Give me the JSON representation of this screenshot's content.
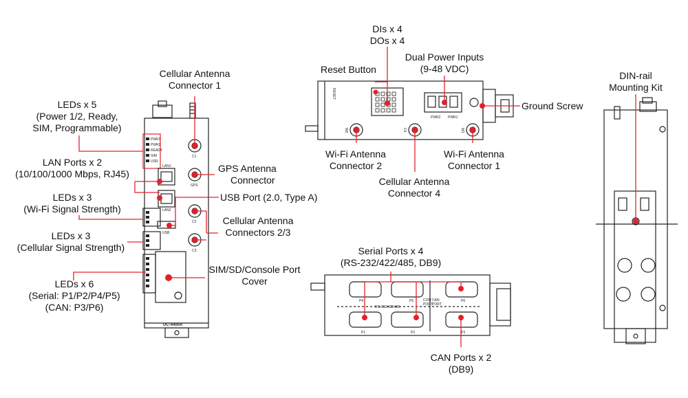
{
  "labels": {
    "cell1": [
      "Cellular Antenna",
      "Connector 1"
    ],
    "leds5": [
      "LEDs x 5",
      "(Power 1/2, Ready,",
      "SIM, Programmable)"
    ],
    "lan": [
      "LAN Ports x 2",
      "(10/100/1000 Mbps, RJ45)"
    ],
    "gps": [
      "GPS Antenna",
      "Connector"
    ],
    "usb": "USB Port (2.0, Type A)",
    "wifiled": [
      "LEDs x 3",
      "(Wi-Fi Signal Strength)"
    ],
    "cell23": [
      "Cellular Antenna",
      "Connectors 2/3"
    ],
    "cellled": [
      "LEDs x 3",
      "(Cellular Signal Strength)"
    ],
    "sim": [
      "SIM/SD/Console Port",
      "Cover"
    ],
    "leds6": [
      "LEDs x 6",
      "(Serial: P1/P2/P4/P5)",
      "(CAN: P3/P6)"
    ],
    "dio": [
      "DIs x 4",
      "DOs x 4"
    ],
    "power": [
      "Dual Power Inputs",
      "(9-48 VDC)"
    ],
    "reset": "Reset Button",
    "ground": "Ground Screw",
    "wifi2": [
      "Wi-Fi Antenna",
      "Connector 2"
    ],
    "wifi1": [
      "Wi-Fi Antenna",
      "Connector 1"
    ],
    "cell4": [
      "Cellular Antenna",
      "Connector 4"
    ],
    "dinrail": [
      "DIN-rail",
      "Mounting Kit"
    ],
    "serial": [
      "Serial Ports x 4",
      "(RS-232/422/485, DB9)"
    ],
    "can": [
      "CAN Ports x 2",
      "(DB9)"
    ]
  },
  "device": {
    "model": "UC-4400A",
    "front_leds": [
      "PWR1",
      "PWR2",
      "READY",
      "SIM",
      "USR"
    ],
    "lan1": "LAN1",
    "lan2": "LAN2",
    "usb": "USB",
    "c1": "C1",
    "gps": "GPS",
    "c2": "C2",
    "c3": "C3",
    "top_reset": "RESET",
    "top_w2": "W2",
    "top_c4": "C4",
    "top_w1": "W1",
    "top_pwr2": "PWR2",
    "top_pwr1": "PWR1",
    "port_p4": "P4",
    "port_p5": "P5",
    "port_p6": "P6",
    "port_p1": "P1",
    "port_p2": "P2",
    "port_p3": "P3",
    "rs_label": "RS-232/422/485",
    "com_port": [
      "COM",
      "PORT"
    ],
    "can_port": [
      "CAN",
      "PORT"
    ]
  },
  "colors": {
    "accent": "#e4202c",
    "line": "#222222"
  }
}
